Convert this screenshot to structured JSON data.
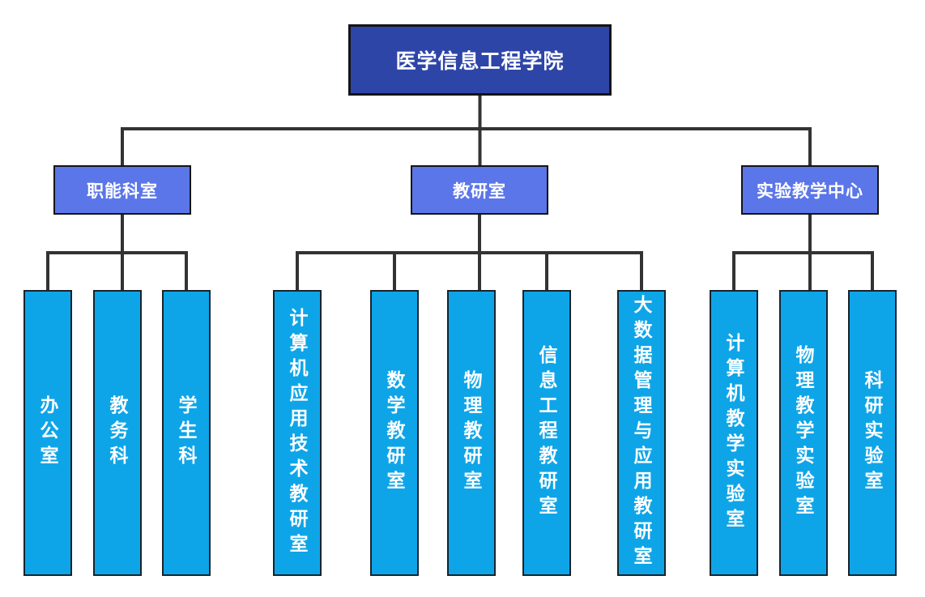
{
  "org": {
    "root": {
      "label": "医学信息工程学院"
    },
    "groups": [
      {
        "label": "职能科室",
        "children": [
          {
            "label": "办公室"
          },
          {
            "label": "教务科"
          },
          {
            "label": "学生科"
          }
        ]
      },
      {
        "label": "教研室",
        "children": [
          {
            "label": "计算机应用技术教研室"
          },
          {
            "label": "数学教研室"
          },
          {
            "label": "物理教研室"
          },
          {
            "label": "信息工程教研室"
          },
          {
            "label": "大数据管理与应用教研室"
          }
        ]
      },
      {
        "label": "实验教学中心",
        "children": [
          {
            "label": "计算机教学实验室"
          },
          {
            "label": "物理教学实验室"
          },
          {
            "label": "科研实验室"
          }
        ]
      }
    ]
  },
  "colors": {
    "root_bg": "#2E45A8",
    "branch_bg": "#5B76E8",
    "leaf_bg": "#0EA5E8",
    "connector": "#333333",
    "node_border": "#141414",
    "node_text": "#FFFFFF",
    "canvas_bg": "#FFFFFF"
  }
}
